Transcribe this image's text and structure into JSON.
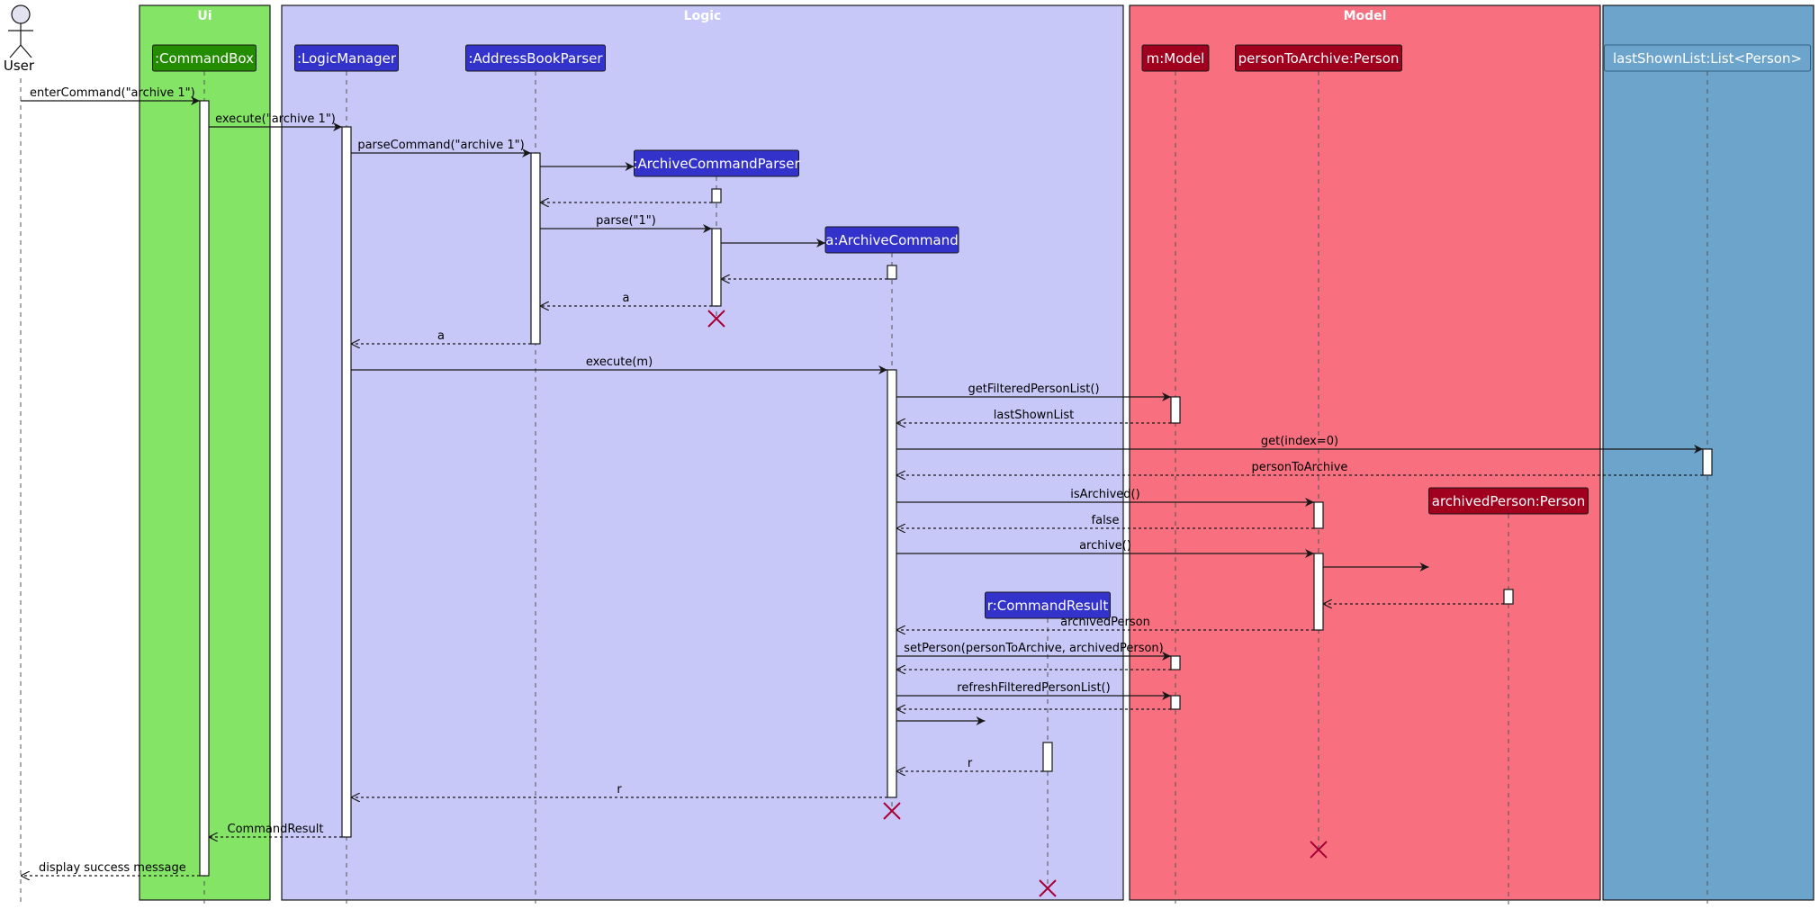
{
  "boxes": [
    {
      "id": "ui",
      "title": "Ui",
      "color": "#84e465"
    },
    {
      "id": "logic",
      "title": "Logic",
      "color": "#c8c8f8"
    },
    {
      "id": "model",
      "title": "Model",
      "color": "#f87080"
    },
    {
      "id": "list",
      "title": "",
      "color": "#6ca4cc"
    }
  ],
  "actor": {
    "label": "User"
  },
  "participants": [
    {
      "id": "cmdbox",
      "label": ":CommandBox",
      "color": "#238c00"
    },
    {
      "id": "logicmgr",
      "label": ":LogicManager",
      "color": "#3333cc"
    },
    {
      "id": "abparser",
      "label": ":AddressBookParser",
      "color": "#3333cc"
    },
    {
      "id": "acparser",
      "label": ":ArchiveCommandParser",
      "color": "#3333cc"
    },
    {
      "id": "acmd",
      "label": "a:ArchiveCommand",
      "color": "#3333cc"
    },
    {
      "id": "cres",
      "label": "r:CommandResult",
      "color": "#3333cc"
    },
    {
      "id": "model",
      "label": "m:Model",
      "color": "#a0001e"
    },
    {
      "id": "pta",
      "label": "personToArchive:Person",
      "color": "#a0001e"
    },
    {
      "id": "ap",
      "label": "archivedPerson:Person",
      "color": "#a0001e"
    },
    {
      "id": "lsl",
      "label": "lastShownList:List<Person>",
      "color": "#6ca4cc"
    }
  ],
  "messages": [
    {
      "from": "user",
      "to": "cmdbox",
      "kind": "call",
      "label": "enterCommand(\"archive 1\")"
    },
    {
      "from": "cmdbox",
      "to": "logicmgr",
      "kind": "call",
      "label": "execute(\"archive 1\")"
    },
    {
      "from": "logicmgr",
      "to": "abparser",
      "kind": "call",
      "label": "parseCommand(\"archive 1\")"
    },
    {
      "from": "abparser",
      "to": "acparser",
      "kind": "create",
      "label": ""
    },
    {
      "from": "acparser",
      "to": "abparser",
      "kind": "return",
      "label": ""
    },
    {
      "from": "abparser",
      "to": "acparser",
      "kind": "call",
      "label": "parse(\"1\")"
    },
    {
      "from": "acparser",
      "to": "acmd",
      "kind": "create",
      "label": ""
    },
    {
      "from": "acmd",
      "to": "acparser",
      "kind": "return",
      "label": ""
    },
    {
      "from": "acparser",
      "to": "abparser",
      "kind": "return",
      "label": "a"
    },
    {
      "from": "abparser",
      "to": "logicmgr",
      "kind": "return",
      "label": "a"
    },
    {
      "from": "logicmgr",
      "to": "acmd",
      "kind": "call",
      "label": "execute(m)"
    },
    {
      "from": "acmd",
      "to": "model",
      "kind": "call",
      "label": "getFilteredPersonList()"
    },
    {
      "from": "model",
      "to": "acmd",
      "kind": "return",
      "label": "lastShownList"
    },
    {
      "from": "acmd",
      "to": "lsl",
      "kind": "call",
      "label": "get(index=0)"
    },
    {
      "from": "lsl",
      "to": "acmd",
      "kind": "return",
      "label": "personToArchive"
    },
    {
      "from": "acmd",
      "to": "pta",
      "kind": "call",
      "label": "isArchived()"
    },
    {
      "from": "pta",
      "to": "acmd",
      "kind": "return",
      "label": "false"
    },
    {
      "from": "acmd",
      "to": "pta",
      "kind": "call",
      "label": "archive()"
    },
    {
      "from": "pta",
      "to": "ap",
      "kind": "create",
      "label": ""
    },
    {
      "from": "ap",
      "to": "pta",
      "kind": "return",
      "label": ""
    },
    {
      "from": "pta",
      "to": "acmd",
      "kind": "return",
      "label": "archivedPerson"
    },
    {
      "from": "acmd",
      "to": "model",
      "kind": "call",
      "label": "setPerson(personToArchive, archivedPerson)"
    },
    {
      "from": "model",
      "to": "acmd",
      "kind": "return",
      "label": ""
    },
    {
      "from": "acmd",
      "to": "model",
      "kind": "call",
      "label": "refreshFilteredPersonList()"
    },
    {
      "from": "model",
      "to": "acmd",
      "kind": "return",
      "label": ""
    },
    {
      "from": "acmd",
      "to": "cres",
      "kind": "create",
      "label": ""
    },
    {
      "from": "cres",
      "to": "acmd",
      "kind": "return",
      "label": "r"
    },
    {
      "from": "acmd",
      "to": "logicmgr",
      "kind": "return",
      "label": "r"
    },
    {
      "from": "logicmgr",
      "to": "cmdbox",
      "kind": "return",
      "label": "CommandResult"
    },
    {
      "from": "cmdbox",
      "to": "user",
      "kind": "return",
      "label": "display success message"
    }
  ],
  "destroyed": [
    "acparser",
    "acmd",
    "pta",
    "cres"
  ]
}
